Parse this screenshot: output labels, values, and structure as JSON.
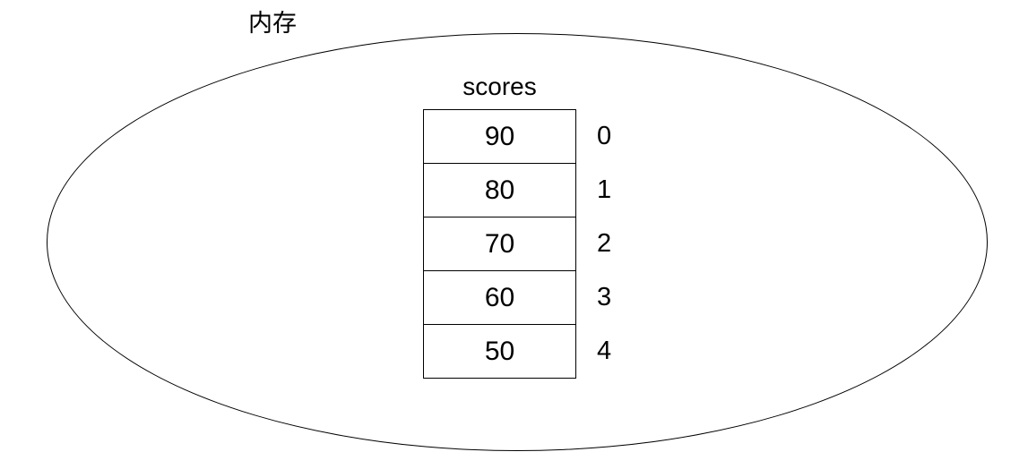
{
  "diagram": {
    "memory_label": "内存",
    "array_name": "scores",
    "cells": [
      {
        "value": "90",
        "index": "0"
      },
      {
        "value": "80",
        "index": "1"
      },
      {
        "value": "70",
        "index": "2"
      },
      {
        "value": "60",
        "index": "3"
      },
      {
        "value": "50",
        "index": "4"
      }
    ],
    "colors": {
      "line": "#000000",
      "background": "#ffffff",
      "text": "#000000"
    }
  }
}
